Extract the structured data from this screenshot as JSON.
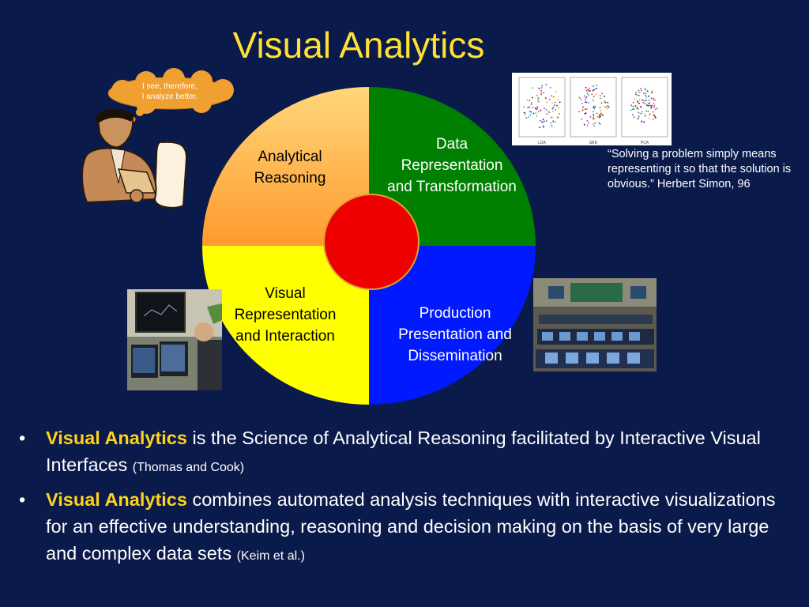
{
  "title": "Visual Analytics",
  "thought_bubble": "I see, therefore,\nI analyze better.",
  "cycle": {
    "analytical_reasoning": "Analytical\nReasoning",
    "data_representation": "Data\nRepresentation\nand Transformation",
    "visual_representation": "Visual\nRepresentation\nand Interaction",
    "production": "Production\nPresentation and\nDissemination"
  },
  "scatter_labels": [
    "LDA",
    "SRD",
    "PCA"
  ],
  "quote": "“Solving a problem simply means representing it so that the solution is obvious.” Herbert Simon, 96",
  "bullets": [
    {
      "marker": "•",
      "highlight": "Visual Analytics",
      "text": " is the Science of Analytical Reasoning facilitated by Interactive Visual Interfaces ",
      "citation": "(Thomas and Cook)"
    },
    {
      "marker": "•",
      "highlight": "Visual Analytics",
      "text": " combines automated analysis techniques with interactive visualizations for an effective understanding, reasoning and decision making on the basis of very large and complex data sets ",
      "citation": "(Keim et al.)"
    }
  ],
  "colors": {
    "background": "#0a1a4a",
    "title": "#ffe033",
    "highlight": "#ffd21a",
    "analytical_reasoning": "#ffa640",
    "data_representation": "#008000",
    "visual_representation": "#ffff00",
    "production": "#0019ff",
    "center": "#ee0000"
  }
}
